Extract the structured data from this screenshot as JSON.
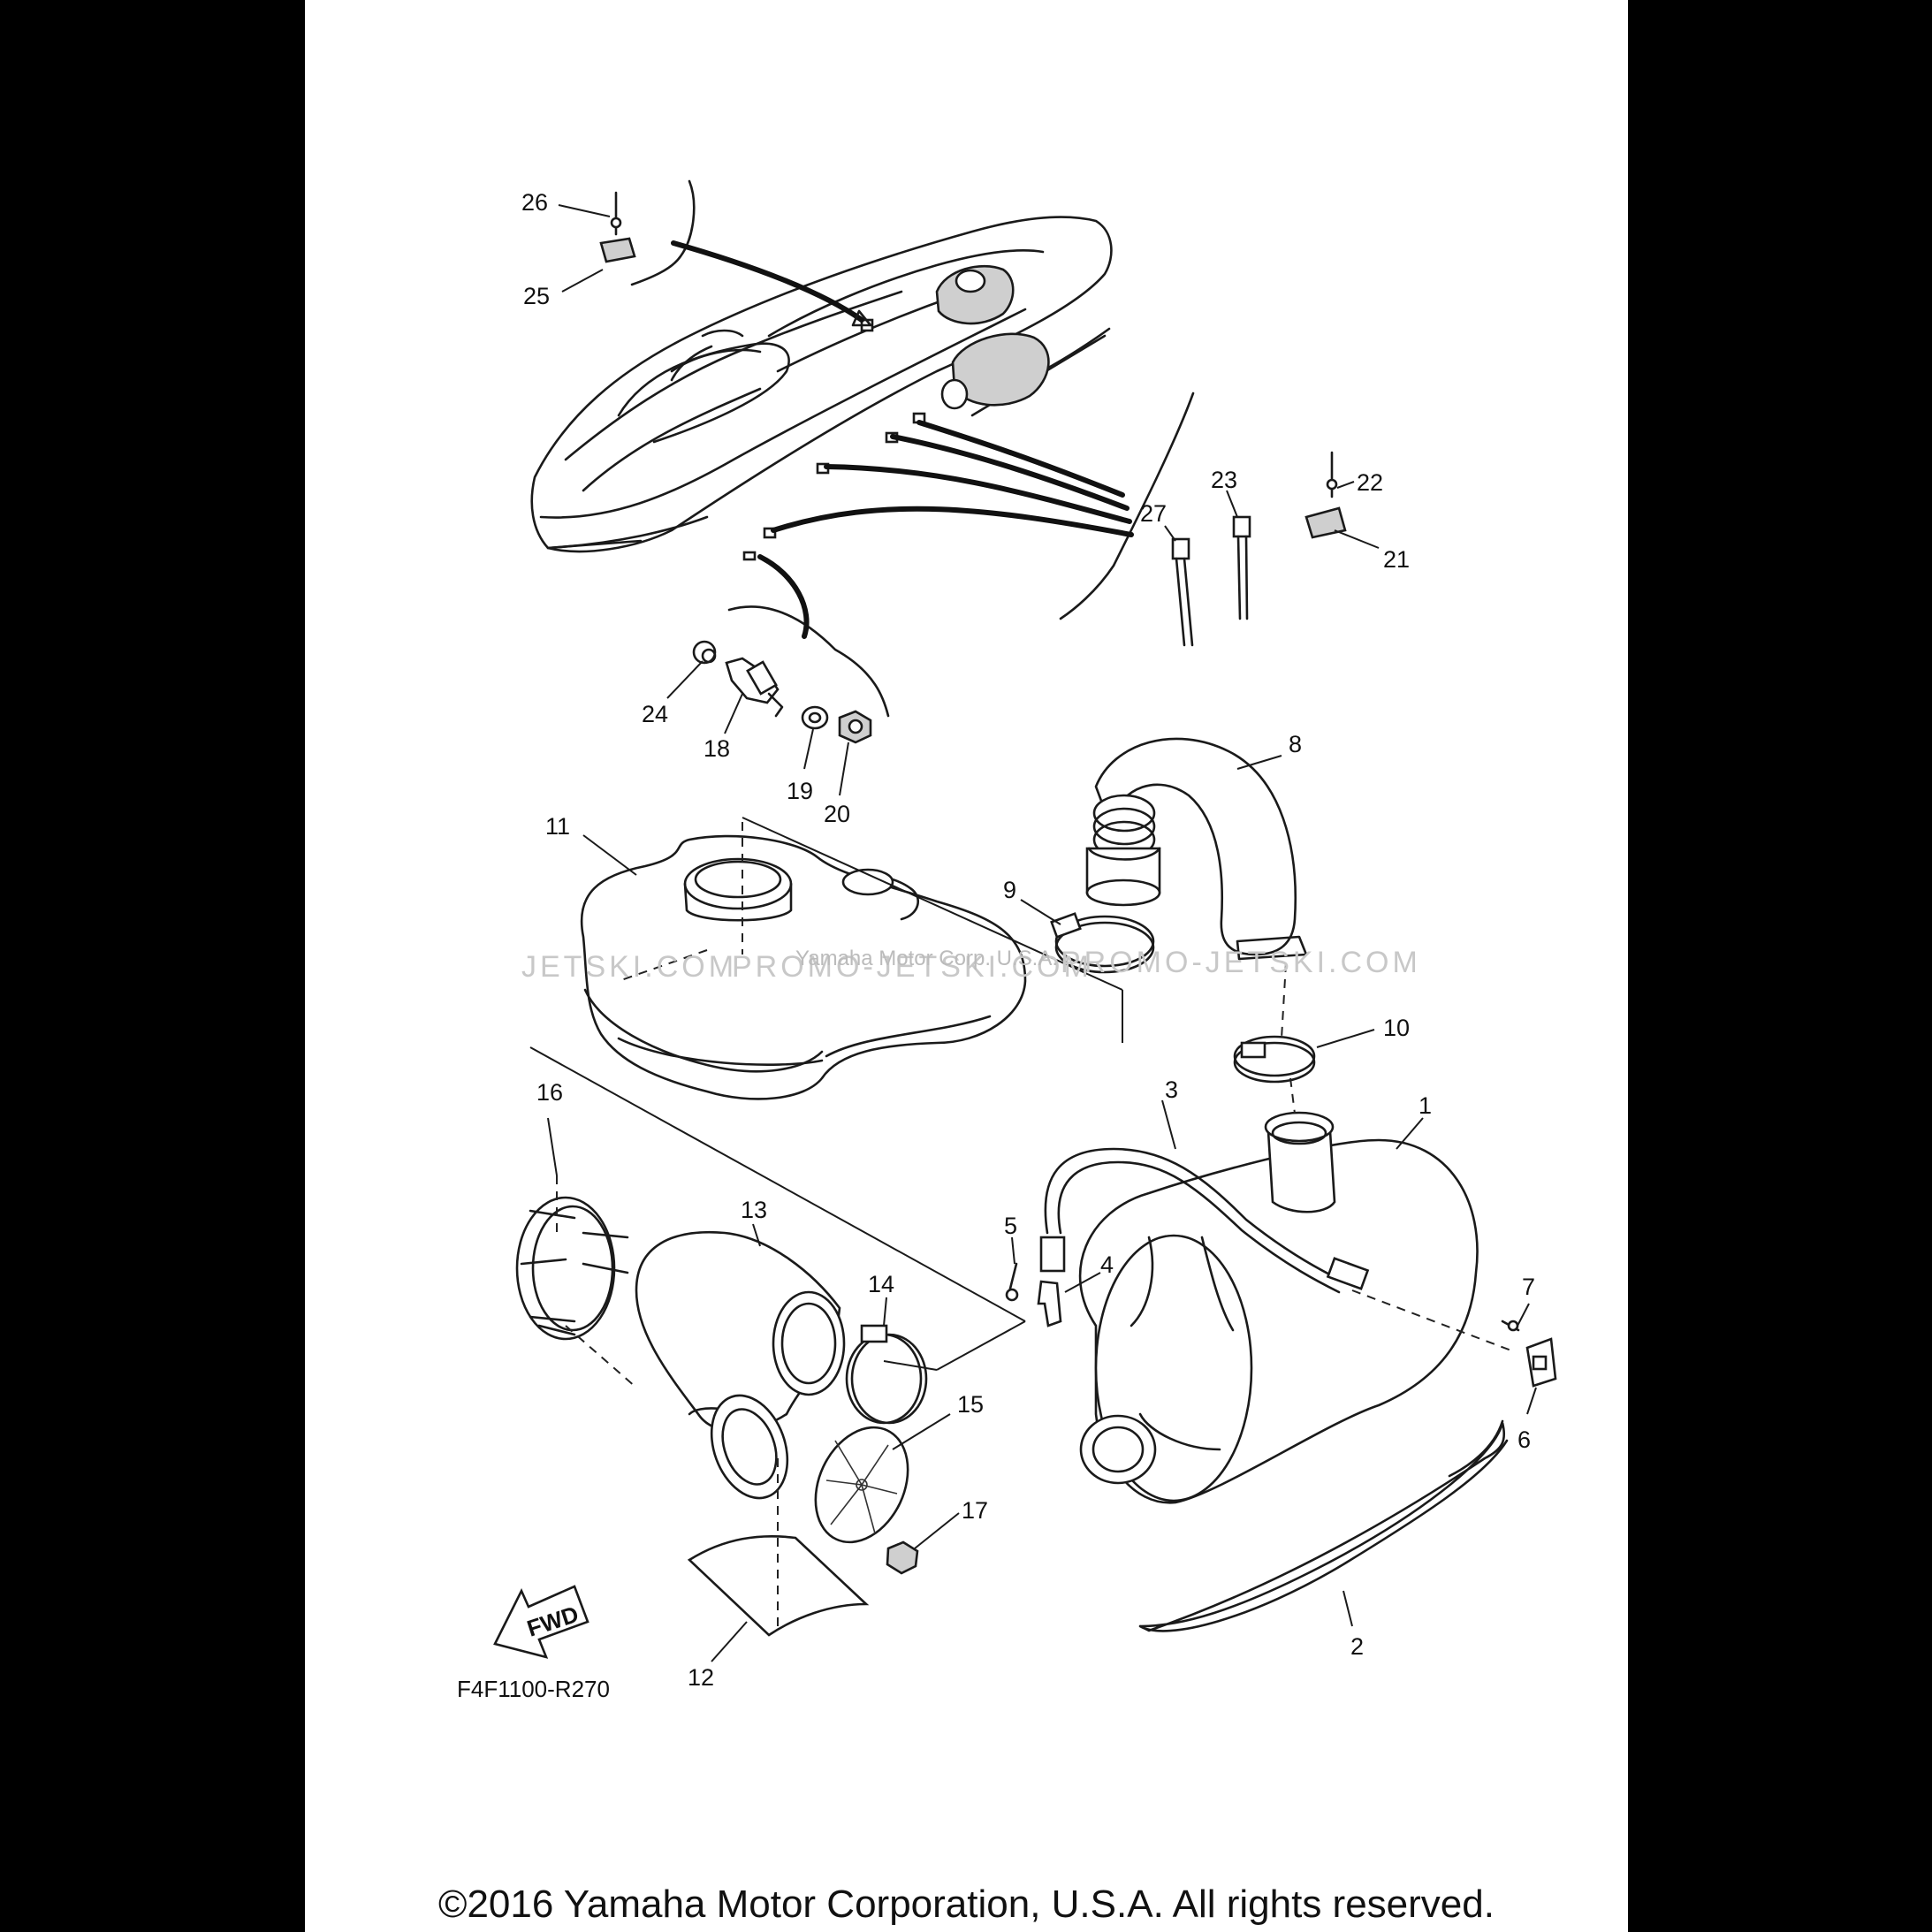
{
  "diagram": {
    "code": "F4F1100-R270",
    "fwd_label": "FWD",
    "watermarks": [
      "JETSKI.COM",
      "PROMO-JETSKI.COM",
      "PROMO-JETSKI.COM"
    ],
    "watermark_small": "Yamaha Motor Corp. U.S.A.",
    "callouts": {
      "c1": "1",
      "c2": "2",
      "c3": "3",
      "c4": "4",
      "c5": "5",
      "c6": "6",
      "c7": "7",
      "c8": "8",
      "c9": "9",
      "c10": "10",
      "c11": "11",
      "c12": "12",
      "c13": "13",
      "c14": "14",
      "c15": "15",
      "c16": "16",
      "c17": "17",
      "c18": "18",
      "c19": "19",
      "c20": "20",
      "c21": "21",
      "c22": "22",
      "c23": "23",
      "c24": "24",
      "c25": "25",
      "c26": "26",
      "c27": "27"
    }
  },
  "footer": {
    "copyright": "©2016 Yamaha Motor Corporation, U.S.A. All rights reserved."
  }
}
